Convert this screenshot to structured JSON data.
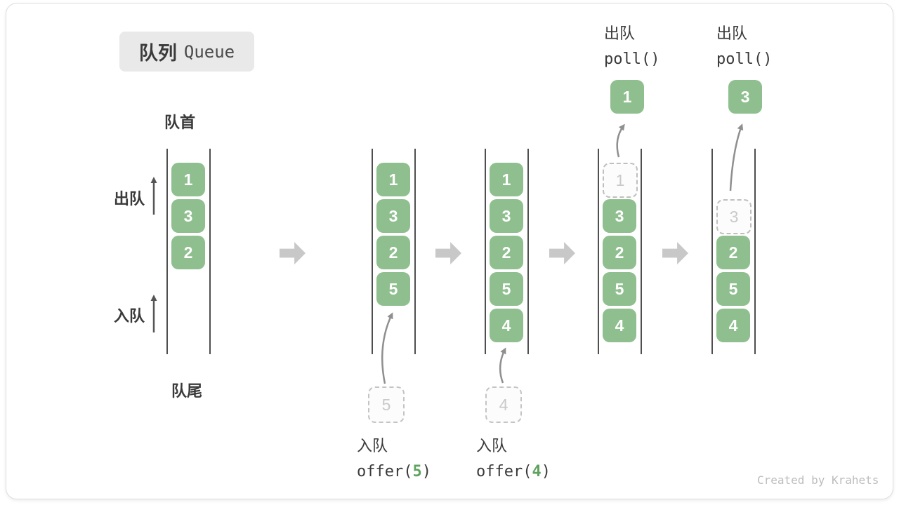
{
  "title": {
    "zh": "队列",
    "en": "Queue"
  },
  "side_labels": {
    "front": "队首",
    "rear": "队尾",
    "dequeue": "出队",
    "enqueue": "入队"
  },
  "watermark": "Created by Krahets",
  "colors": {
    "box_green": "#8FBF8F",
    "code_green": "#5FA25F",
    "block_arrow_gray": "#C8C8C8",
    "wall_line": "#4F4F4F",
    "text_dark": "#3A3A3A",
    "dashed_border": "#BFBFBF",
    "dashed_text": "#C9C9C9",
    "title_bg": "#E9E9E9"
  },
  "states": [
    {
      "name": "initial",
      "slots": [
        {
          "value": "1",
          "style": "solid"
        },
        {
          "value": "3",
          "style": "solid"
        },
        {
          "value": "2",
          "style": "solid"
        }
      ]
    },
    {
      "name": "after-offer-5",
      "slots": [
        {
          "value": "1",
          "style": "solid"
        },
        {
          "value": "3",
          "style": "solid"
        },
        {
          "value": "2",
          "style": "solid"
        },
        {
          "value": "5",
          "style": "solid"
        }
      ],
      "incoming_value": "5",
      "action_zh": "入队",
      "action_code_prefix": "offer(",
      "action_arg": "5",
      "action_code_suffix": ")"
    },
    {
      "name": "after-offer-4",
      "slots": [
        {
          "value": "1",
          "style": "solid"
        },
        {
          "value": "3",
          "style": "solid"
        },
        {
          "value": "2",
          "style": "solid"
        },
        {
          "value": "5",
          "style": "solid"
        },
        {
          "value": "4",
          "style": "solid"
        }
      ],
      "incoming_value": "4",
      "action_zh": "入队",
      "action_code_prefix": "offer(",
      "action_arg": "4",
      "action_code_suffix": ")"
    },
    {
      "name": "poll-1",
      "slots": [
        {
          "value": "1",
          "style": "dashed"
        },
        {
          "value": "3",
          "style": "solid"
        },
        {
          "value": "2",
          "style": "solid"
        },
        {
          "value": "5",
          "style": "solid"
        },
        {
          "value": "4",
          "style": "solid"
        }
      ],
      "outgoing_value": "1",
      "action_zh": "出队",
      "action_code": "poll()"
    },
    {
      "name": "poll-3",
      "slots": [
        {
          "value": "3",
          "style": "dashed"
        },
        {
          "value": "2",
          "style": "solid"
        },
        {
          "value": "5",
          "style": "solid"
        },
        {
          "value": "4",
          "style": "solid"
        }
      ],
      "outgoing_value": "3",
      "action_zh": "出队",
      "action_code": "poll()"
    }
  ]
}
